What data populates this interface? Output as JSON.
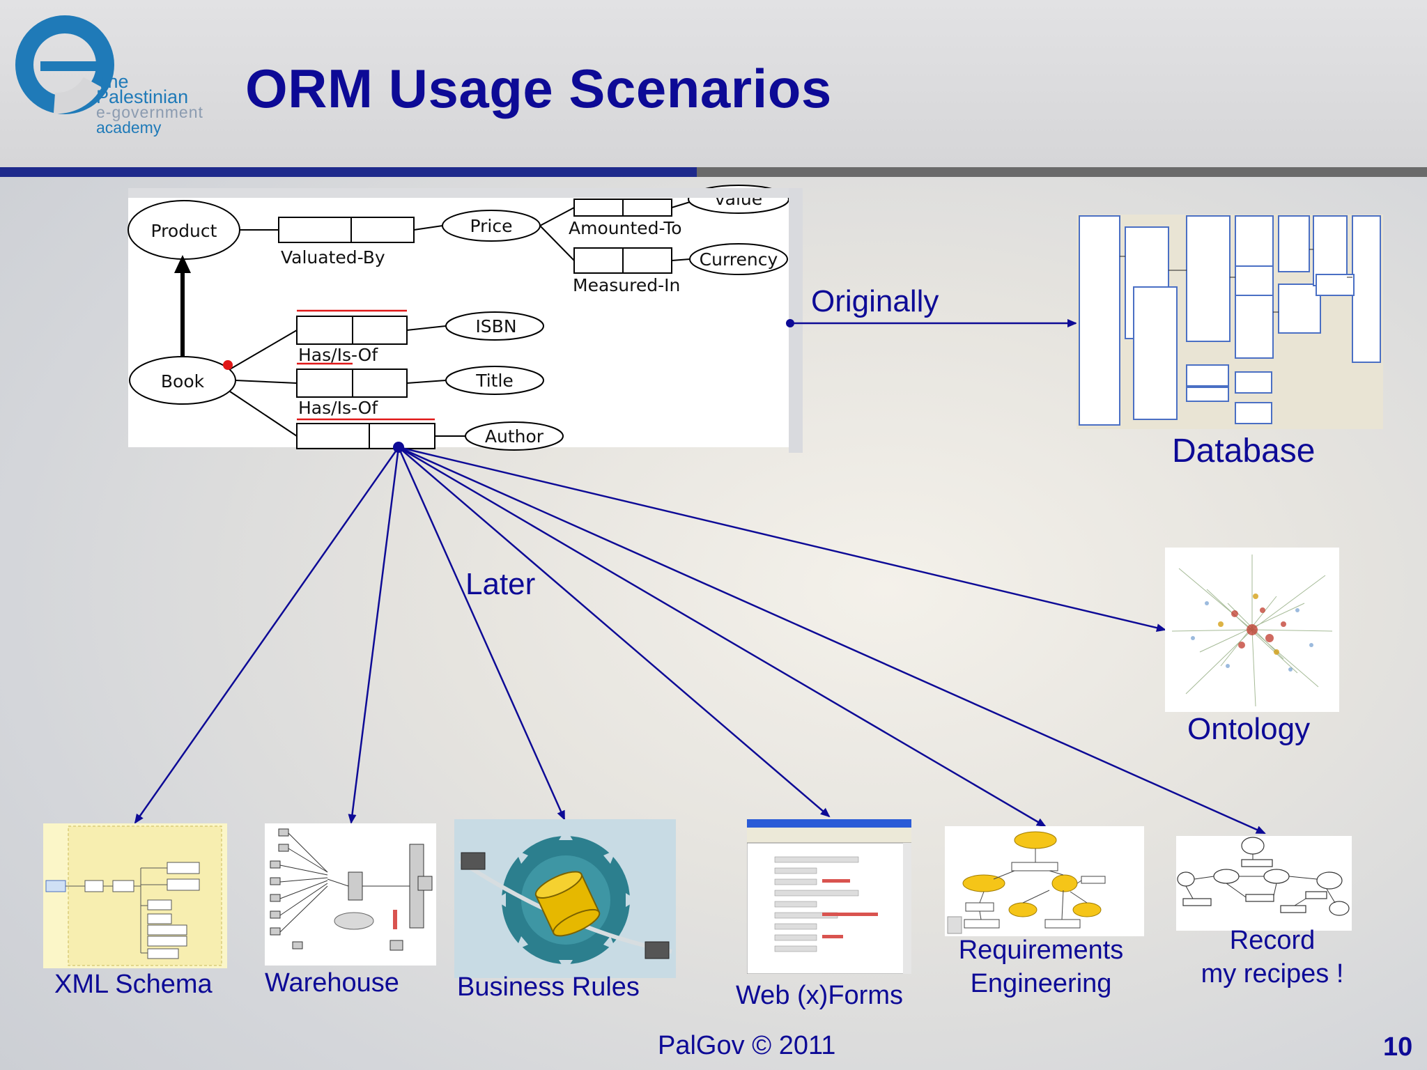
{
  "slide": {
    "title": "ORM Usage Scenarios",
    "logo": {
      "line1": "The Palestinian",
      "line2": "e-government",
      "line3": "academy"
    },
    "footer": "PalGov © 2011",
    "page_number": "10"
  },
  "orm_diagram": {
    "entities": [
      "Product",
      "Book",
      "Price",
      "Currency",
      "ISBN",
      "Title",
      "Author",
      "value"
    ],
    "roles": [
      "Valuated-By",
      "Amounted-To",
      "Measured-In",
      "Has/Is-Of",
      "Has/Is-Of"
    ]
  },
  "arrows": {
    "originally": "Originally",
    "later": "Later"
  },
  "targets": {
    "database": "Database",
    "ontology": "Ontology",
    "xml_schema": "XML Schema",
    "warehouse": "Warehouse",
    "business_rules": "Business Rules",
    "web_forms": "Web (x)Forms",
    "requirements_line1": "Requirements",
    "requirements_line2": "Engineering",
    "recipes_line1": "Record",
    "recipes_line2": "my recipes !"
  },
  "colors": {
    "title": "#0d0a96",
    "arrow": "#0d0a96",
    "header_bar": "#1e2a8c"
  }
}
